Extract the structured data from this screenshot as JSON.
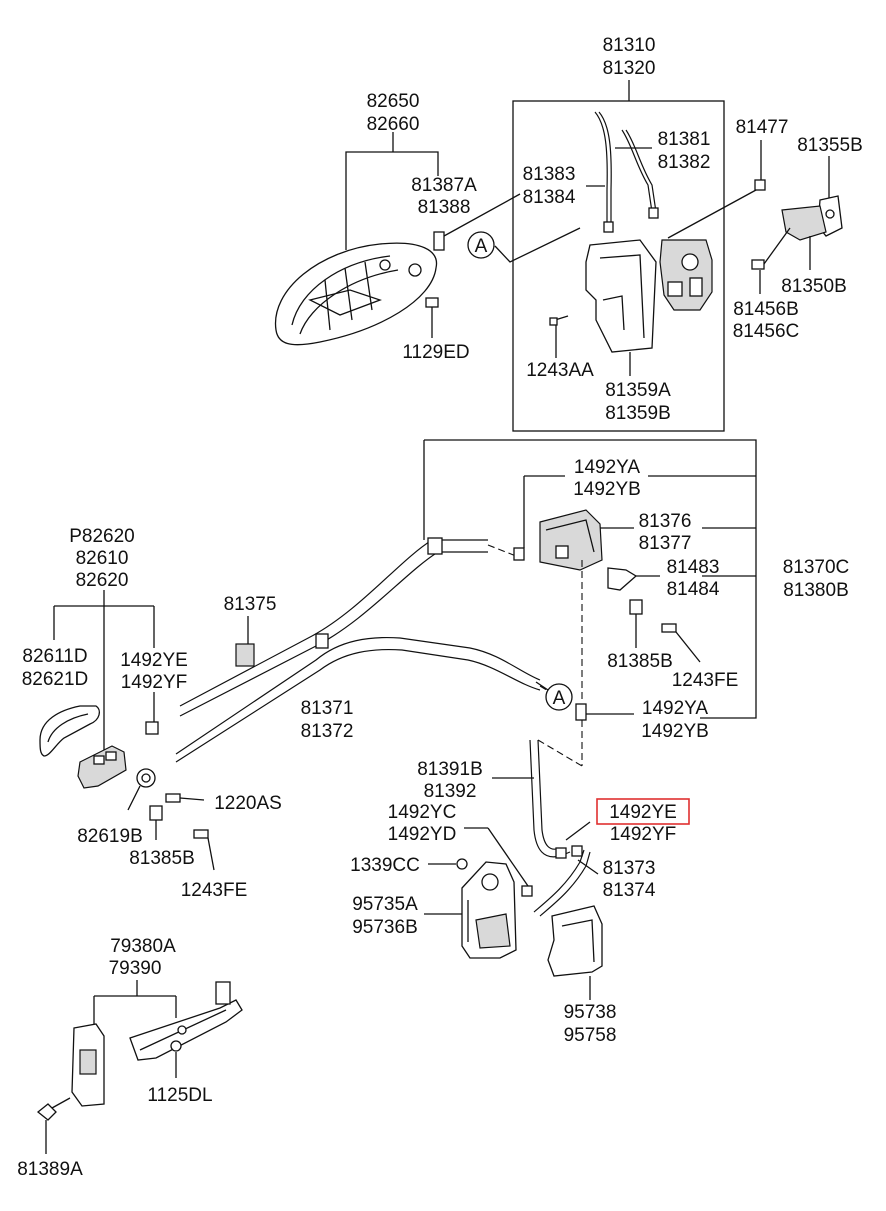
{
  "labels": {
    "l81310": "81310",
    "l81320": "81320",
    "l82650": "82650",
    "l82660": "82660",
    "l81381": "81381",
    "l81382": "81382",
    "l81477": "81477",
    "l81355B": "81355B",
    "l81383": "81383",
    "l81384": "81384",
    "l81387A": "81387A",
    "l81388": "81388",
    "l81350B": "81350B",
    "l81456B": "81456B",
    "l81456C": "81456C",
    "l1129ED": "1129ED",
    "l1243AA": "1243AA",
    "l81359A": "81359A",
    "l81359B": "81359B",
    "l1492YA_top": "1492YA",
    "l1492YB_top": "1492YB",
    "l81376": "81376",
    "l81377": "81377",
    "l81483": "81483",
    "l81484": "81484",
    "l81370C": "81370C",
    "l81380B": "81380B",
    "lP82620": "P82620",
    "l82610": "82610",
    "l82620": "82620",
    "l81375": "81375",
    "l81385B_right": "81385B",
    "l1243FE_right": "1243FE",
    "l82611D": "82611D",
    "l82621D": "82621D",
    "l1492YE_left": "1492YE",
    "l1492YF_left": "1492YF",
    "l81371": "81371",
    "l81372": "81372",
    "l1492YA_mid": "1492YA",
    "l1492YB_mid": "1492YB",
    "l81391B": "81391B",
    "l81392": "81392",
    "l1220AS": "1220AS",
    "l1492YC": "1492YC",
    "l1492YD": "1492YD",
    "l1492YE_hl": "1492YE",
    "l1492YF_hl": "1492YF",
    "l82619B": "82619B",
    "l81385B_left": "81385B",
    "l1243FE_left": "1243FE",
    "l1339CC": "1339CC",
    "l81373": "81373",
    "l81374": "81374",
    "l95735A": "95735A",
    "l95736B": "95736B",
    "l79380A": "79380A",
    "l79390": "79390",
    "l95738": "95738",
    "l95758": "95758",
    "l1125DL": "1125DL",
    "l81389A": "81389A",
    "callout_a_top": "A",
    "callout_a_mid": "A"
  },
  "highlight": {
    "target": "1492YE",
    "color": "#e03030"
  }
}
